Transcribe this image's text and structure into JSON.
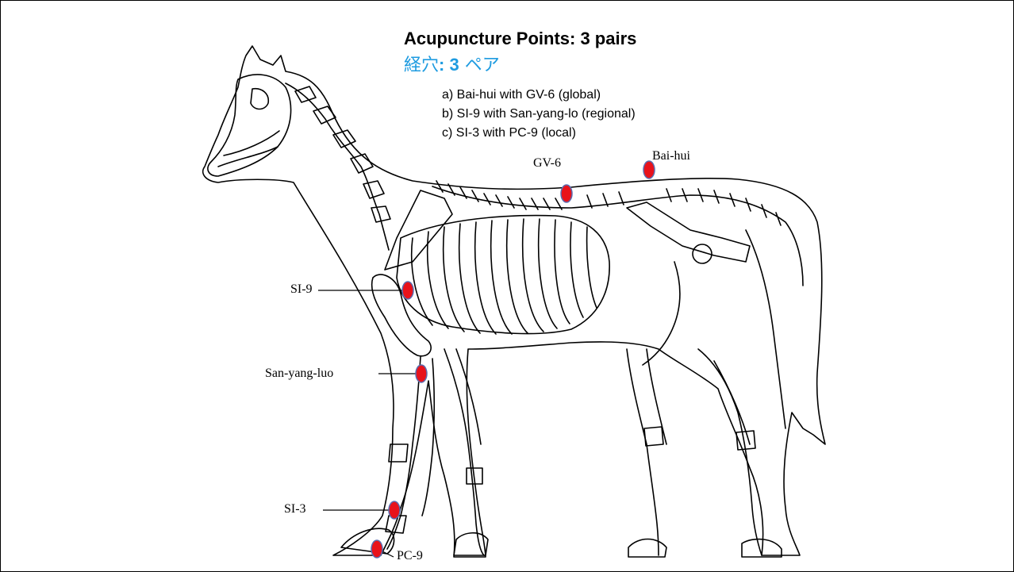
{
  "title": "Acupuncture Points: 3 pairs",
  "subtitle": {
    "kanji": "経穴",
    "sep": ": ",
    "num": "3",
    "kana": " ペア"
  },
  "pairs": [
    "a) Bai-hui with GV-6 (global)",
    "b) SI-9 with San-yang-lo (regional)",
    "c) SI-3 with PC-9 (local)"
  ],
  "points": {
    "bai_hui": "Bai-hui",
    "gv6": "GV-6",
    "si9": "SI-9",
    "san_yang_luo": "San-yang-luo",
    "si3": "SI-3",
    "pc9": "PC-9"
  },
  "colors": {
    "point_fill": "#e8121b",
    "point_stroke": "#5a6db0",
    "subtitle": "#1e9be0"
  }
}
